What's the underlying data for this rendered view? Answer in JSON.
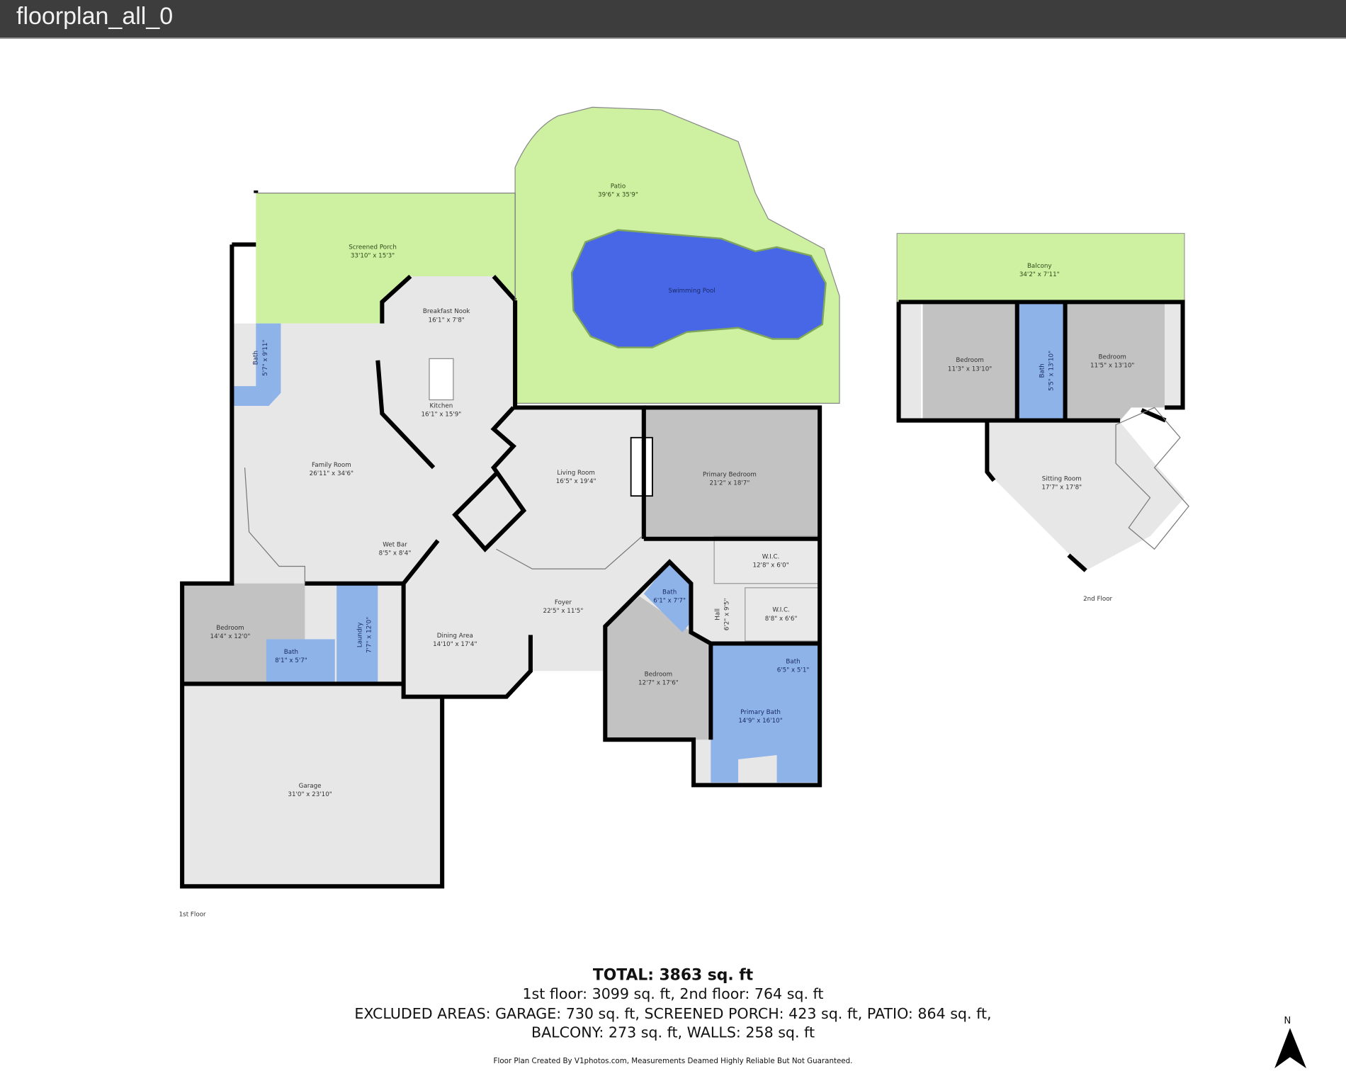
{
  "window": {
    "title": "floorplan_all_0"
  },
  "colors": {
    "outdoor": "#cdf1a1",
    "pool": "#4767e6",
    "bath": "#8db3e8",
    "bedroom": "#c2c2c2",
    "floor": "#e7e7e7",
    "wall": "#000000"
  },
  "floor1": {
    "label": "1st Floor",
    "rooms": {
      "screened_porch": {
        "name": "Screened Porch",
        "dims": "33'10\" x 15'3\""
      },
      "patio": {
        "name": "Patio",
        "dims": "39'6\" x 35'9\""
      },
      "pool": {
        "name": "Swimming Pool"
      },
      "breakfast_nook": {
        "name": "Breakfast Nook",
        "dims": "16'1\" x 7'8\""
      },
      "kitchen": {
        "name": "Kitchen",
        "dims": "16'1\" x 15'9\""
      },
      "bath_1": {
        "name": "Bath",
        "dims": "5'7\" x 9'11\""
      },
      "family_room": {
        "name": "Family Room",
        "dims": "26'11\" x 34'6\""
      },
      "wet_bar": {
        "name": "Wet Bar",
        "dims": "8'5\" x 8'4\""
      },
      "living_room": {
        "name": "Living Room",
        "dims": "16'5\" x 19'4\""
      },
      "primary_bedroom": {
        "name": "Primary Bedroom",
        "dims": "21'2\" x 18'7\""
      },
      "wic_1": {
        "name": "W.I.C.",
        "dims": "12'8\" x 6'0\""
      },
      "wic_2": {
        "name": "W.I.C.",
        "dims": "8'8\" x 6'6\""
      },
      "bath_2": {
        "name": "Bath",
        "dims": "6'1\" x 7'7\""
      },
      "hall": {
        "name": "Hall",
        "dims": "6'2\" x 9'5\""
      },
      "foyer": {
        "name": "Foyer",
        "dims": "22'5\" x 11'5\""
      },
      "dining_area": {
        "name": "Dining Area",
        "dims": "14'10\" x 17'4\""
      },
      "bedroom_1": {
        "name": "Bedroom",
        "dims": "14'4\" x 12'0\""
      },
      "bath_3": {
        "name": "Bath",
        "dims": "8'1\" x 5'7\""
      },
      "laundry": {
        "name": "Laundry",
        "dims": "7'7\" x 12'0\""
      },
      "bedroom_2": {
        "name": "Bedroom",
        "dims": "12'7\" x 17'6\""
      },
      "bath_4": {
        "name": "Bath",
        "dims": "6'5\" x 5'1\""
      },
      "primary_bath": {
        "name": "Primary Bath",
        "dims": "14'9\" x 16'10\""
      },
      "garage": {
        "name": "Garage",
        "dims": "31'0\" x 23'10\""
      }
    }
  },
  "floor2": {
    "label": "2nd Floor",
    "rooms": {
      "balcony": {
        "name": "Balcony",
        "dims": "34'2\" x 7'11\""
      },
      "bedroom_1": {
        "name": "Bedroom",
        "dims": "11'3\" x 13'10\""
      },
      "bath": {
        "name": "Bath",
        "dims": "5'5\" x 13'10\""
      },
      "bedroom_2": {
        "name": "Bedroom",
        "dims": "11'5\" x 13'10\""
      },
      "sitting_room": {
        "name": "Sitting Room",
        "dims": "17'7\" x 17'8\""
      }
    }
  },
  "summary": {
    "total": "TOTAL: 3863 sq. ft",
    "floors": "1st floor: 3099 sq. ft, 2nd floor: 764 sq. ft",
    "excluded_1": "EXCLUDED AREAS: GARAGE: 730 sq. ft, SCREENED PORCH: 423 sq. ft, PATIO: 864 sq. ft,",
    "excluded_2": "BALCONY: 273 sq. ft, WALLS: 258 sq. ft",
    "credit": "Floor Plan Created By V1photos.com, Measurements Deamed Highly Reliable But Not Guaranteed."
  },
  "compass": {
    "label": "N",
    "icon": "north-arrow-icon"
  }
}
